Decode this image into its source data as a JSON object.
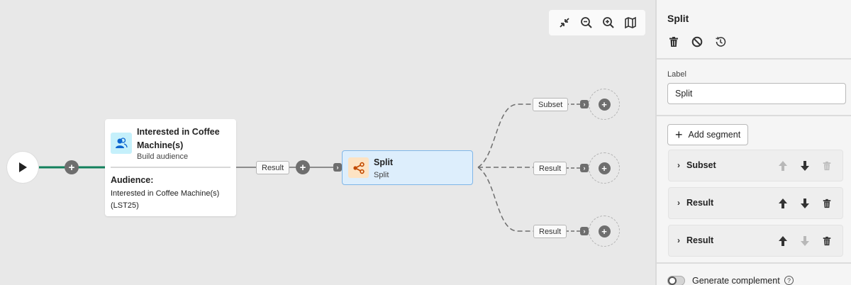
{
  "canvas": {
    "toolbar": {
      "icons": [
        "collapse-icon",
        "zoom-out-icon",
        "zoom-in-icon",
        "map-icon"
      ]
    },
    "start_node": {
      "icon": "play-icon"
    },
    "audience_node": {
      "title": "Interested in Coffee Machine(s)",
      "subtitle": "Build audience",
      "audience_label": "Audience:",
      "audience_value": "Interested in Coffee Machine(s) (LST25)",
      "icon": "audience-icon",
      "icon_bg": "#c5f0fb",
      "icon_color": "#0d66d0"
    },
    "audience_output_label": "Result",
    "split_node": {
      "title": "Split",
      "subtitle": "Split",
      "icon": "split-icon",
      "icon_bg": "#fde3c3",
      "icon_color": "#c24a00"
    },
    "branches": [
      {
        "label": "Subset"
      },
      {
        "label": "Result"
      },
      {
        "label": "Result"
      }
    ],
    "colors": {
      "start_wire": "#12805c",
      "wire": "#6e6e6e",
      "split_bg": "#ddeefc",
      "split_border": "#7fb6e8"
    }
  },
  "panel": {
    "title": "Split",
    "actions": [
      "delete-icon",
      "disable-icon",
      "history-icon"
    ],
    "label_field": {
      "label": "Label",
      "value": "Split"
    },
    "add_segment_label": "Add segment",
    "segments": [
      {
        "label": "Subset",
        "up_enabled": false,
        "down_enabled": true,
        "delete_enabled": false
      },
      {
        "label": "Result",
        "up_enabled": true,
        "down_enabled": true,
        "delete_enabled": true
      },
      {
        "label": "Result",
        "up_enabled": true,
        "down_enabled": false,
        "delete_enabled": true
      }
    ],
    "generate_complement": {
      "label": "Generate complement",
      "enabled": false
    }
  }
}
